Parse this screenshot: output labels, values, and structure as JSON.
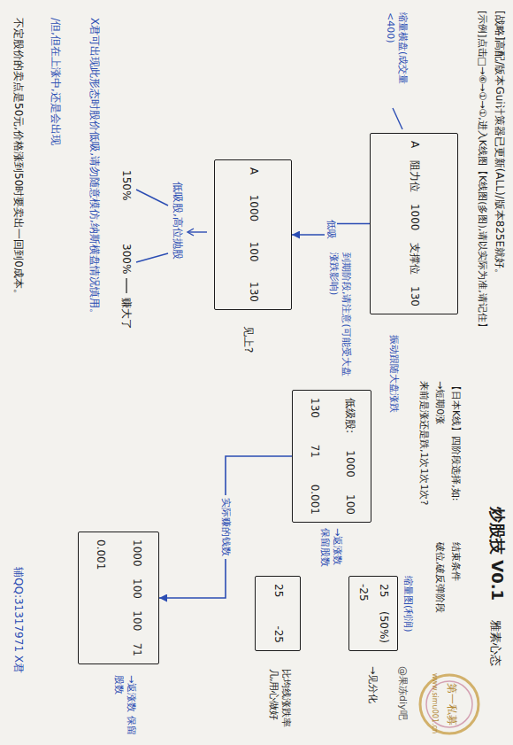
{
  "diagram": {
    "title": "炒股技 V0.1",
    "nodes": [
      {
        "text": [
          "A",
          "阻力位",
          "1000",
          "支撑位",
          "130"
        ]
      },
      {
        "text": [
          "A",
          "1000",
          "100",
          "130"
        ]
      },
      {
        "text": [
          "低级股:",
          "1000",
          "100",
          "130",
          "71",
          "0.001"
        ]
      },
      {
        "text": [
          "1000",
          "100",
          "100",
          "71",
          "0.001"
        ]
      },
      {
        "text": [
          "25",
          "(50%)",
          "-25"
        ]
      },
      {
        "text": [
          "25",
          "-25"
        ]
      }
    ],
    "edges": [
      {
        "from": 0,
        "to": 1,
        "label": "低吸",
        "arrow": "to"
      },
      {
        "from": 2,
        "to": 3,
        "label": "实际赚的钱数",
        "arrow": "to"
      }
    ],
    "labels": [
      "雅素心态",
      "[战略]高配/版本Gui计策器已更新(ALL)/版本825E就好。",
      "[示例]点击□→⑥→①→①,进入K线图【K线图(多图),请以实际为准,请记住】",
      "【日本K线】四阶段选择,如:",
      "→短期0涨",
      "来前是涨还是跌,1次1次1次?",
      "结束条件",
      "破位,破反弹阶段",
      "缩量横盘(成交量<400)",
      "振动跟随大盘涨跌",
      "到期阶段,请注意(可能受大盘涨跌影响)",
      "见上?",
      "低吸股,高位抛股",
      "150%",
      "300%",
      "赚大了",
      "X君可出现此形态时股价低吸,请勿随意模仿,纳斯横盘情况慎用。",
      "/但,但在上涨中,还是会出现",
      "不定股价的卖点是50元,价格涨到50时要卖出一回到0成本。",
      "辅QQ:31317971 X君",
      "→返涨数 保留股数",
      "缩量图(利润)",
      "→见分化",
      "比均线涨跌率几,用心做好",
      "→返涨数 保留股数",
      "第一私募",
      "www.simu001.cn",
      "@果冻diy吧"
    ]
  }
}
